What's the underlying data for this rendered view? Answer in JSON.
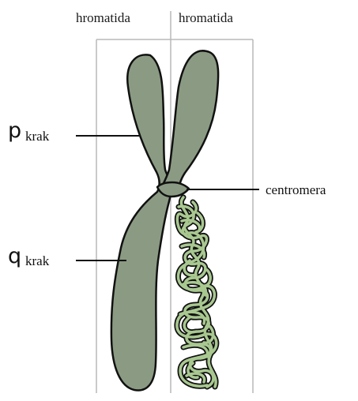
{
  "labels": {
    "chromatid_left": "hromatida",
    "chromatid_right": "hromatida",
    "p_arm_letter": "p",
    "p_arm_word": "krak",
    "q_arm_letter": "q",
    "q_arm_word": "krak",
    "centromere": "centromera"
  },
  "colors": {
    "chromatid_fill": "#8b9b83",
    "chromatin_light": "#a8c890",
    "chromatin_dark": "#4a6a38",
    "outline": "#111111",
    "frame": "#b8b8b8"
  }
}
